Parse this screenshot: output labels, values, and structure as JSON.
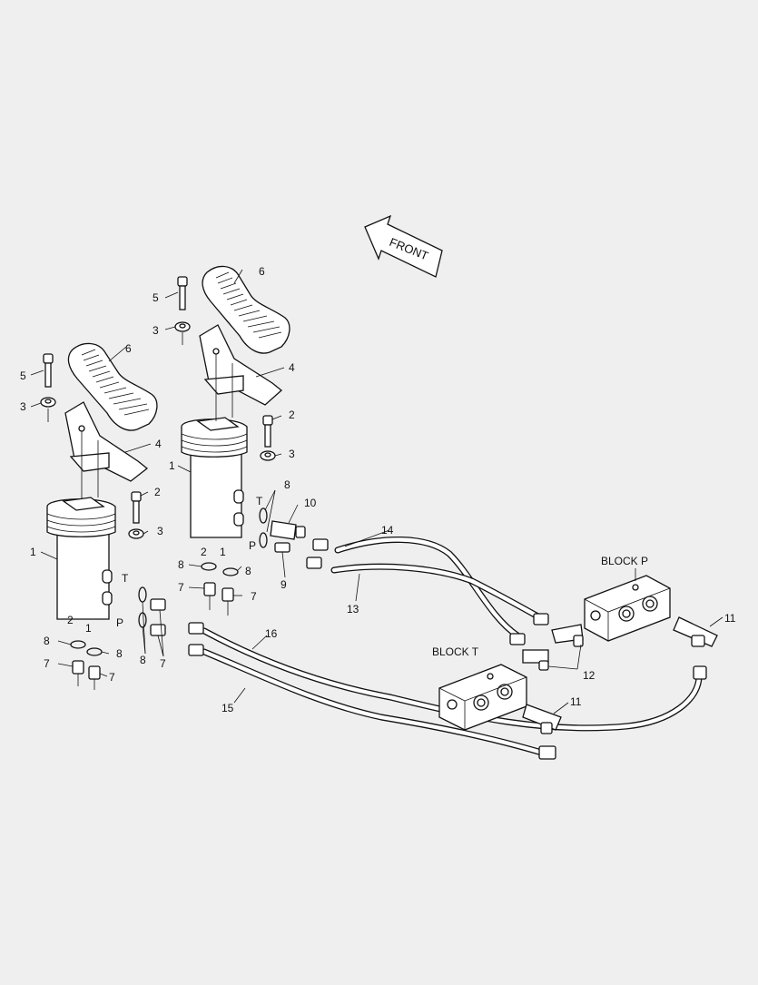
{
  "front_label": "FRONT",
  "blocks": {
    "p": "BLOCK P",
    "t": "BLOCK T"
  },
  "port_labels": {
    "t": "T",
    "p": "P",
    "one": "1",
    "two": "2"
  },
  "callouts": {
    "c1": "1",
    "c2": "2",
    "c3": "3",
    "c4": "4",
    "c5": "5",
    "c6": "6",
    "c7": "7",
    "c8": "8",
    "c9": "9",
    "c10": "10",
    "c11": "11",
    "c12": "12",
    "c13": "13",
    "c14": "14",
    "c15": "15",
    "c16": "16"
  }
}
